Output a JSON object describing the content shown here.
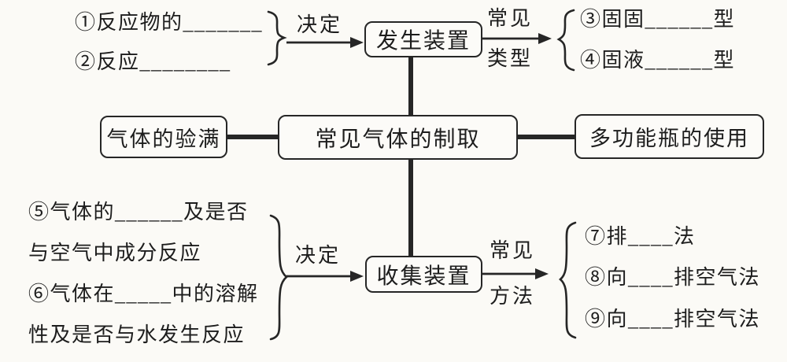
{
  "palette": {
    "ink": "#1d1d1d",
    "paper": "#fbfaf6",
    "line": "#262626"
  },
  "center_node": {
    "label": "常见气体的制取"
  },
  "left_node": {
    "label": "气体的验满"
  },
  "right_node": {
    "label": "多功能瓶的使用"
  },
  "generation": {
    "factors": [
      "①反应物的_______",
      "②反应________"
    ],
    "decides_label": "决定",
    "node_label": "发生装置",
    "branch_word_top": "常见",
    "branch_word_bottom": "类型",
    "types": [
      "③固固______型",
      "④固液______型"
    ]
  },
  "collection": {
    "factor_line1": "⑤气体的______及是否",
    "factor_line2": "与空气中成分反应",
    "factor_line3": "⑥气体在_____中的溶解",
    "factor_line4": "性及是否与水发生反应",
    "decides_label": "决定",
    "node_label": "收集装置",
    "branch_word_top": "常见",
    "branch_word_bottom": "方法",
    "methods": [
      "⑦排____法",
      "⑧向____排空气法",
      "⑨向____排空气法"
    ]
  }
}
